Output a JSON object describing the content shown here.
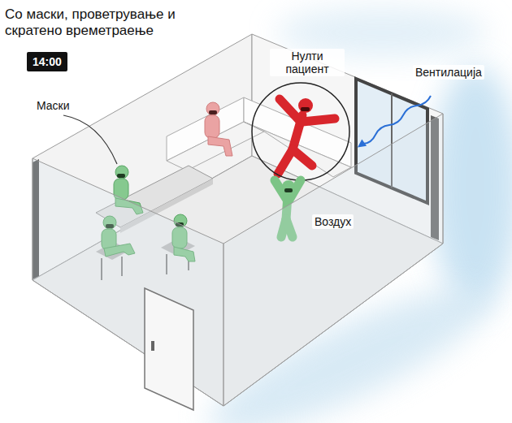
{
  "diagram": {
    "title": "Со маски, проветрување и скратено времетраење",
    "nodes": [
      {
        "text": [
          "14:00"
        ]
      }
    ],
    "labels": [
      "Маски",
      "Нулти пациент",
      "Вентилација",
      "Воздух"
    ]
  }
}
